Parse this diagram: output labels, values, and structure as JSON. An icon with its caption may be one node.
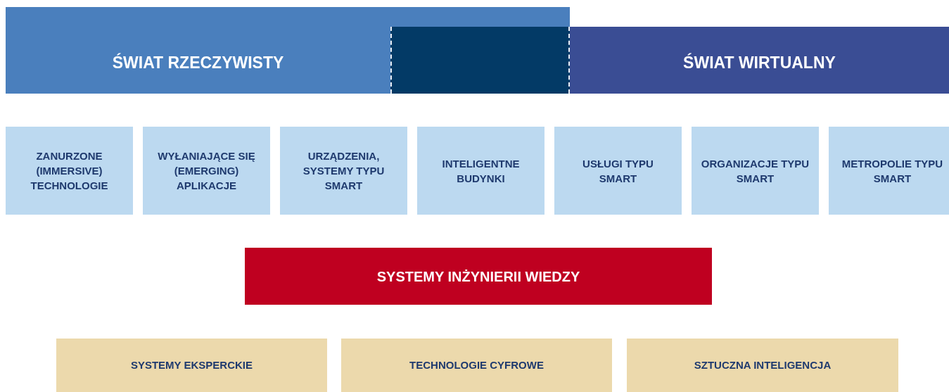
{
  "diagram": {
    "nodes": [
      {
        "text": [
          "ŚWIAT RZECZYWISTY"
        ]
      },
      {
        "text": [],
        "shape": "box"
      },
      {
        "text": [
          "ŚWIAT WIRTUALNY"
        ]
      },
      {
        "text": [
          "ZANURZONE (IMMERSIVE) TECHNOLOGIE"
        ]
      },
      {
        "text": [
          "WYŁANIAJĄCE SIĘ (EMERGING) APLIKACJE"
        ]
      },
      {
        "text": [
          "URZĄDZENIA, SYSTEMY TYPU SMART"
        ]
      },
      {
        "text": [
          "INTELIGENTNE BUDYNKI"
        ]
      },
      {
        "text": [
          "USŁUGI TYPU SMART"
        ]
      },
      {
        "text": [
          "ORGANIZACJE TYPU SMART"
        ]
      },
      {
        "text": [
          "METROPOLIE TYPU SMART"
        ]
      },
      {
        "text": [
          "SYSTEMY INŻYNIERII WIEDZY"
        ]
      },
      {
        "text": [
          "SYSTEMY EKSPERCKIE"
        ]
      },
      {
        "text": [
          "TECHNOLOGIE CYFROWE"
        ]
      },
      {
        "text": [
          "SZTUCZNA INTELIGENCJA"
        ]
      }
    ]
  }
}
